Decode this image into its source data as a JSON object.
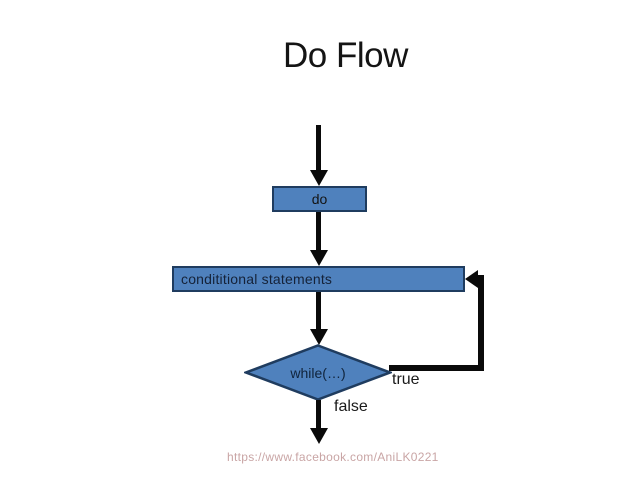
{
  "title": "Do Flow",
  "colors": {
    "node_fill": "#4f81bd",
    "node_border": "#1f3c5f",
    "arrow": "#0a0a0a",
    "url_text": "#c9a5a5"
  },
  "nodes": {
    "do_box": {
      "label": "do"
    },
    "conditional_box": {
      "label": "condititional statements"
    },
    "while_diamond": {
      "label": "while(…)"
    }
  },
  "edge_labels": {
    "true_branch": "true",
    "false_branch": "false"
  },
  "footer": {
    "url": "https://www.facebook.com/AniLK0221"
  }
}
